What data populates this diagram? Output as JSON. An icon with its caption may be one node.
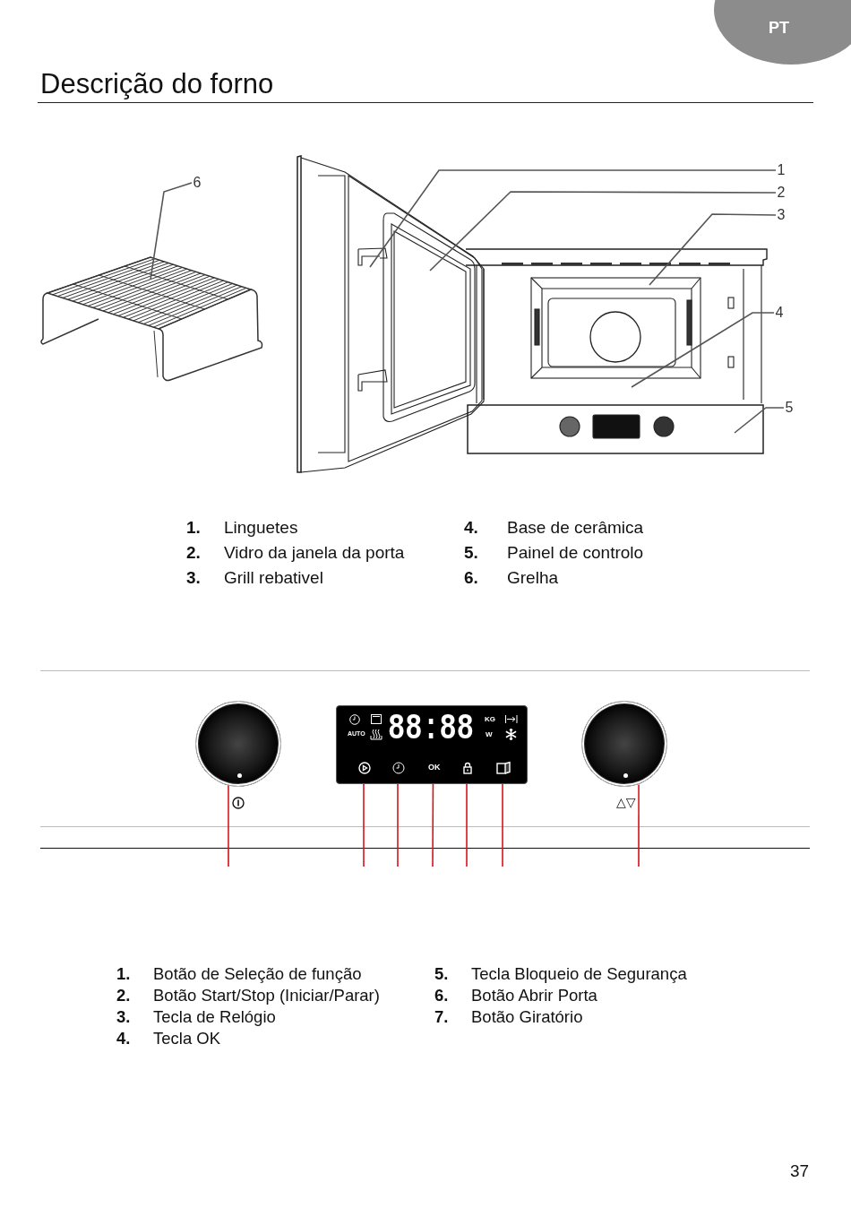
{
  "diagram": {
    "title": "Descrição do forno",
    "nodes": [
      {
        "text": [
          "6"
        ]
      },
      {
        "text": [
          "1"
        ]
      },
      {
        "text": [
          "2"
        ]
      },
      {
        "text": [
          "3"
        ]
      },
      {
        "text": [
          "4"
        ]
      },
      {
        "text": [
          "5"
        ]
      },
      {
        "text": [],
        "shape": "circle"
      },
      {
        "text": [
          "AUTO",
          "88:88",
          "KG",
          "W"
        ]
      },
      {
        "text": [],
        "shape": "picture",
        "in": 7
      },
      {
        "text": [],
        "shape": "picture",
        "in": 7
      },
      {
        "text": [
          "OK"
        ],
        "in": 7
      },
      {
        "text": [],
        "shape": "picture",
        "in": 7
      },
      {
        "text": [],
        "shape": "box",
        "in": 7
      },
      {
        "text": [],
        "shape": "circle"
      }
    ],
    "edges": [
      {
        "from": 0,
        "to": null,
        "arrow": "none",
        "color": "#555555"
      },
      {
        "from": 1,
        "to": null,
        "arrow": "none",
        "color": "#555555"
      },
      {
        "from": 2,
        "to": null,
        "arrow": "none",
        "color": "#555555"
      },
      {
        "from": 3,
        "to": null,
        "arrow": "none",
        "color": "#555555"
      },
      {
        "from": 4,
        "to": null,
        "arrow": "none",
        "color": "#555555"
      },
      {
        "from": 5,
        "to": null,
        "arrow": "none",
        "color": "#555555"
      },
      {
        "from": 6,
        "to": null,
        "arrow": "none",
        "color": "#d7141a"
      },
      {
        "from": 8,
        "to": null,
        "arrow": "none",
        "color": "#d7141a"
      },
      {
        "from": 9,
        "to": null,
        "arrow": "none",
        "color": "#d7141a"
      },
      {
        "from": 10,
        "to": null,
        "arrow": "none",
        "color": "#d7141a"
      },
      {
        "from": 11,
        "to": null,
        "arrow": "none",
        "color": "#d7141a"
      },
      {
        "from": 12,
        "to": null,
        "arrow": "none",
        "color": "#d7141a"
      },
      {
        "from": 13,
        "to": null,
        "arrow": "none",
        "color": "#d7141a"
      }
    ],
    "labels": [
      "PT",
      "1.",
      "Linguetes",
      "4.",
      "Base de cerâmica",
      "2.",
      "Vidro da janela da porta",
      "5.",
      "Painel de controlo",
      "3.",
      "Grill rebativel",
      "6.",
      "Grelha",
      "△▽",
      "1.",
      "Botão de Seleção de função",
      "5.",
      "Tecla Bloqueio de Segurança",
      "2.",
      "Botão Start/Stop (Iniciar/Parar)",
      "6.",
      "Botão Abrir Porta",
      "3.",
      "Tecla de Relógio",
      "7.",
      "Botão Giratório",
      "4.",
      "Tecla OK",
      "37"
    ]
  }
}
